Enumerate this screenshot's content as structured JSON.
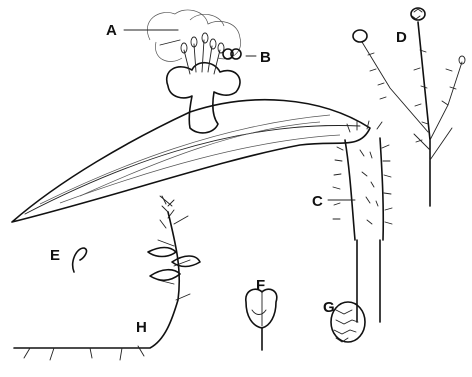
{
  "figure": {
    "labels": {
      "a": "A",
      "b": "B",
      "c": "C",
      "d": "D",
      "e": "E",
      "f": "F",
      "g": "G",
      "h": "H"
    }
  }
}
